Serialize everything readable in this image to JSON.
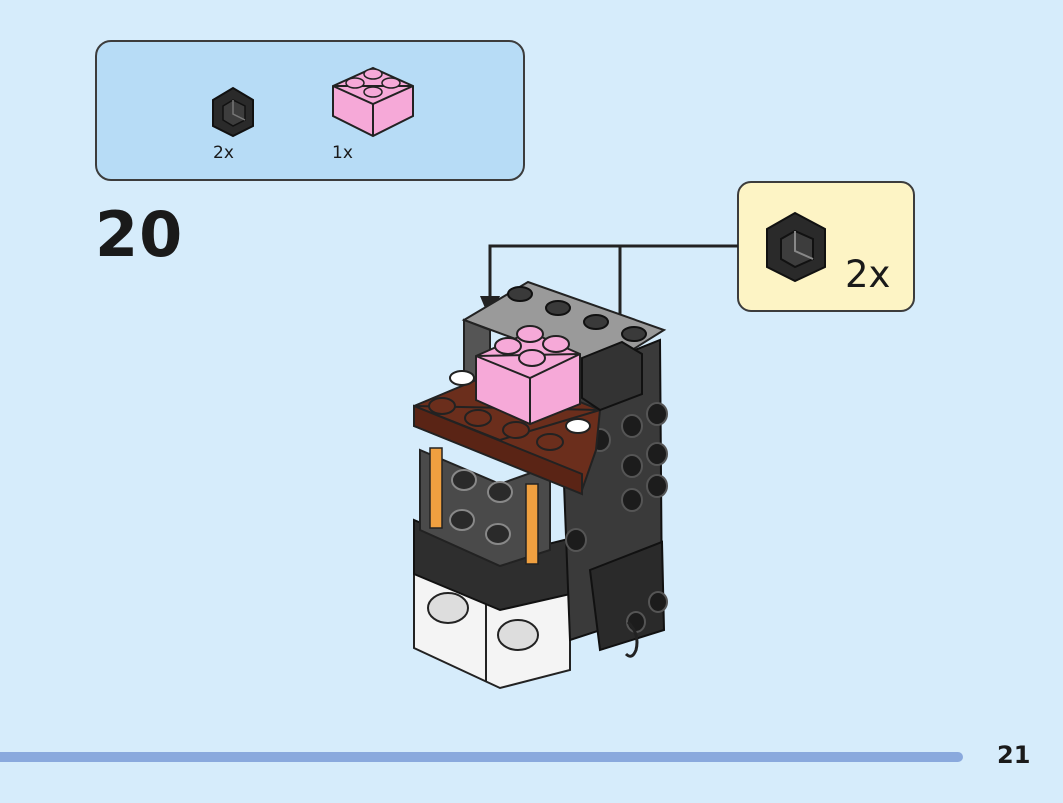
{
  "parts_list": {
    "items": [
      {
        "icon": "corner-brick-icon",
        "color": "#2a2a2a",
        "quantity": "2x"
      },
      {
        "icon": "brick-2x2-icon",
        "color": "#f6a9d8",
        "quantity": "1x"
      }
    ]
  },
  "step": {
    "number": "20"
  },
  "callout": {
    "icon": "corner-brick-icon",
    "color": "#2a2a2a",
    "quantity": "2x"
  },
  "page": {
    "number": "21"
  },
  "colors": {
    "background": "#d6ecfb",
    "parts_box": "#b7dcf6",
    "callout_box": "#fdf4c5",
    "footer_bar": "#8aa9dd",
    "pink": "#f6a9d8",
    "brown": "#6b2e1c",
    "orange": "#f0a040"
  }
}
